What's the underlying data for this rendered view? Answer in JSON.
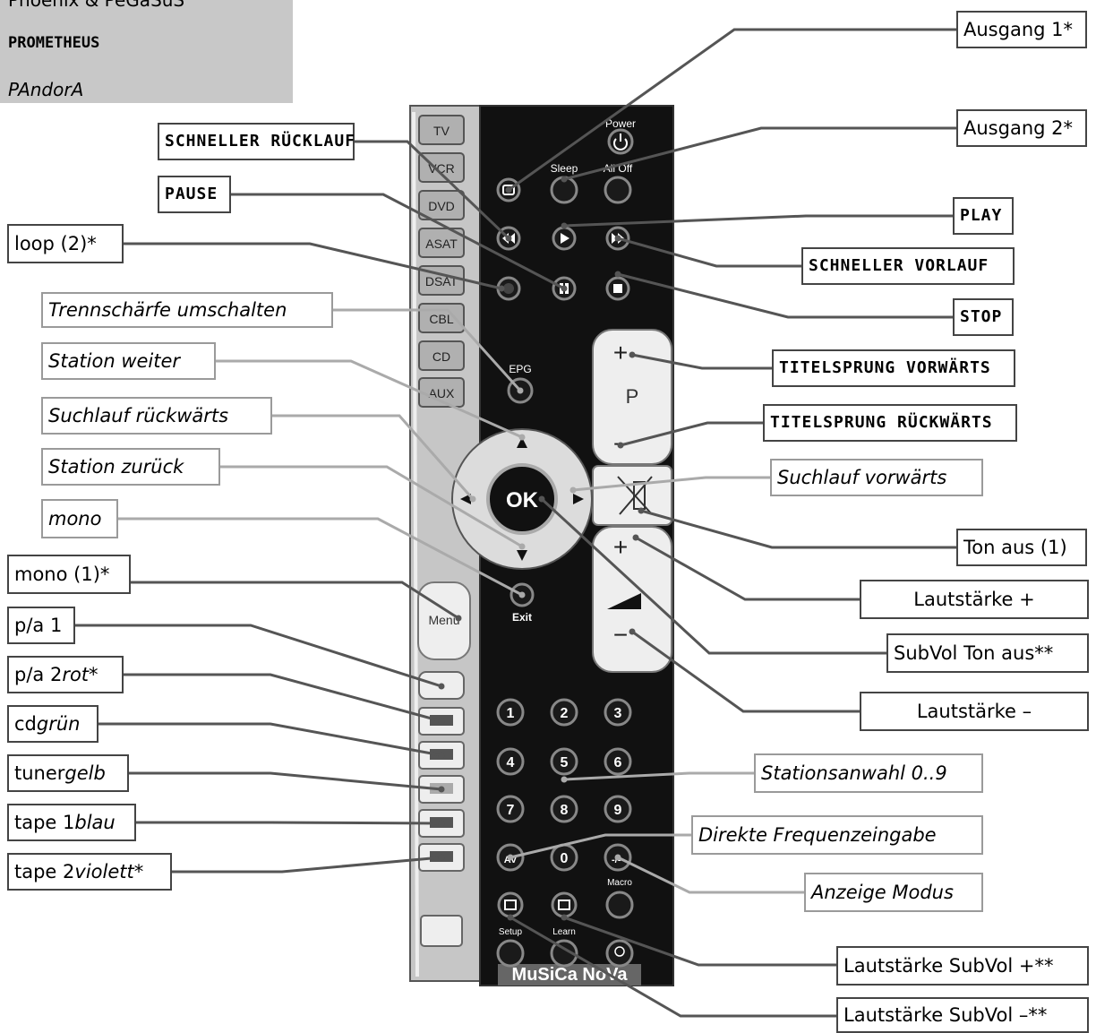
{
  "legend": {
    "line1": "Phoenix & PeGaSuS",
    "line2": "PROMETHEUS",
    "line3": "PAndorA"
  },
  "remote": {
    "source_keys": [
      "TV",
      "VCR",
      "DVD",
      "ASAT",
      "DSAT",
      "CBL",
      "CD",
      "AUX"
    ],
    "power": "Power",
    "sleep": "Sleep",
    "all_off": "All Off",
    "epg": "EPG",
    "p": "P",
    "plus": "+",
    "minus": "−",
    "ok": "OK",
    "exit": "Exit",
    "menu": "Menu",
    "digits": [
      "1",
      "2",
      "3",
      "4",
      "5",
      "6",
      "7",
      "8",
      "9",
      "AV",
      "0",
      "-/--"
    ],
    "macro": "Macro",
    "setup": "Setup",
    "learn": "Learn",
    "brand": "MuSiCa NoVa"
  },
  "labels": {
    "schneller_ruecklauf": "SCHNELLER RÜCKLAUF",
    "pause": "PAUSE",
    "loop": "loop (2)*",
    "trennschaerfe": "Trennschärfe umschalten",
    "station_weiter": "Station weiter",
    "suchlauf_rueck": "Suchlauf rückwärts",
    "station_zurueck": "Station zurück",
    "mono": "mono",
    "mono1": "mono (1)*",
    "pa1": "p/a 1",
    "pa2": "p/a 2 ",
    "pa2_it": "rot*",
    "cd": "cd ",
    "cd_it": "grün",
    "tuner": "tuner ",
    "tuner_it": "gelb",
    "tape1": "tape 1 ",
    "tape1_it": "blau",
    "tape2": "tape 2 ",
    "tape2_it": "violett*",
    "ausgang1": "Ausgang 1*",
    "ausgang2": "Ausgang 2*",
    "play": "PLAY",
    "schneller_vorlauf": "SCHNELLER VORLAUF",
    "stop": "STOP",
    "titel_vor": "TITELSPRUNG VORWÄRTS",
    "titel_rueck": "TITELSPRUNG RÜCKWÄRTS",
    "suchlauf_vor": "Suchlauf vorwärts",
    "ton_aus": "Ton aus (1)",
    "laut_plus": "Lautstärke +",
    "subvol_ton_aus": "SubVol Ton aus**",
    "laut_minus": "Lautstärke –",
    "stationsanwahl": "Stationsanwahl 0..9",
    "direkte": "Direkte Frequenzeingabe",
    "anzeige": "Anzeige Modus",
    "subvol_plus": "Lautstärke SubVol +**",
    "subvol_minus": "Lautstärke SubVol –**"
  }
}
